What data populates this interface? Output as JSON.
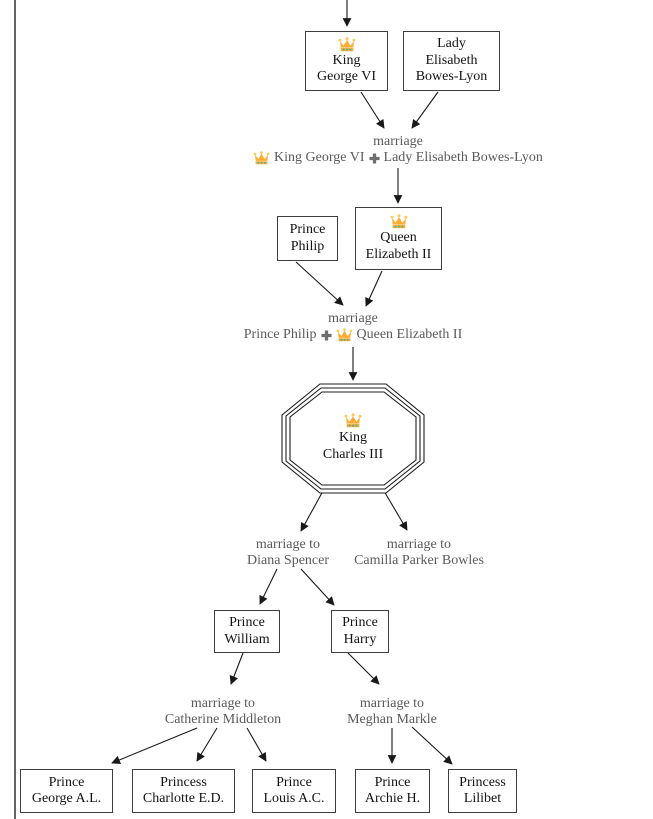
{
  "diagram": {
    "kind": "family-tree-graph",
    "colors": {
      "background": "#ffffff",
      "node_border": "#3d3d3d",
      "node_text": "#131313",
      "marriage_text": "#5a5a5a",
      "edge": "#191919",
      "frame_line": "#646464",
      "crown_gold": "#FFAC33",
      "crown_jewel_teal": "#2EB6AF",
      "plus_gray": "#6F6F6F"
    },
    "nodes": {
      "george_vi": {
        "icon": "crown-icon",
        "line1": "King",
        "line2": "George VI"
      },
      "elisabeth": {
        "line1": "Lady",
        "line2": "Elisabeth",
        "line3": "Bowes-Lyon"
      },
      "philip": {
        "line1": "Prince",
        "line2": "Philip"
      },
      "elizabeth_ii": {
        "icon": "crown-icon",
        "line1": "Queen",
        "line2": "Elizabeth II"
      },
      "charles_iii": {
        "icon": "crown-icon",
        "shape": "tripleoctagon",
        "line1": "King",
        "line2": "Charles III"
      },
      "william": {
        "line1": "Prince",
        "line2": "William"
      },
      "harry": {
        "line1": "Prince",
        "line2": "Harry"
      },
      "george_al": {
        "line1": "Prince",
        "line2": "George A.L."
      },
      "charlotte": {
        "line1": "Princess",
        "line2": "Charlotte E.D."
      },
      "louis": {
        "line1": "Prince",
        "line2": "Louis A.C."
      },
      "archie": {
        "line1": "Prince",
        "line2": "Archie H."
      },
      "lilibet": {
        "line1": "Princess",
        "line2": "Lilibet"
      }
    },
    "marriages": {
      "george_elisabeth": {
        "line1": "marriage",
        "left_icon": "crown-icon",
        "left": "King George VI",
        "join_icon": "plus-icon",
        "right": "Lady Elisabeth Bowes-Lyon"
      },
      "philip_elizabeth": {
        "line1": "marriage",
        "left": "Prince Philip",
        "join_icon": "plus-icon",
        "right_icon": "crown-icon",
        "right": "Queen Elizabeth II"
      },
      "diana": {
        "line1": "marriage to",
        "line2": "Diana Spencer"
      },
      "camilla": {
        "line1": "marriage to",
        "line2": "Camilla Parker Bowles"
      },
      "catherine": {
        "line1": "marriage to",
        "line2": "Catherine Middleton"
      },
      "meghan": {
        "line1": "marriage to",
        "line2": "Meghan Markle"
      }
    }
  }
}
